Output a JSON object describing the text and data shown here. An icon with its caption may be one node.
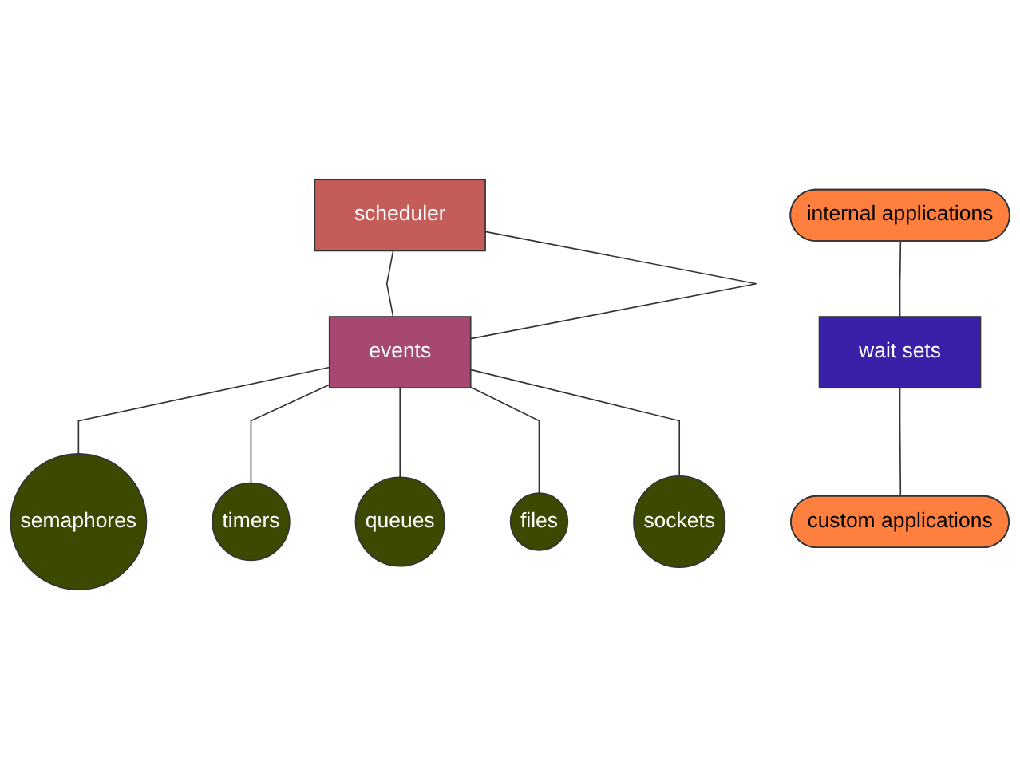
{
  "diagram": {
    "nodes": [
      {
        "text": [
          "scheduler"
        ]
      },
      {
        "text": [
          "internal applications"
        ]
      },
      {
        "text": [
          "wait sets"
        ]
      },
      {
        "text": [
          "custom applications"
        ]
      },
      {
        "text": [
          "events"
        ]
      },
      {
        "text": [
          "semaphores"
        ]
      },
      {
        "text": [
          "timers"
        ]
      },
      {
        "text": [
          "queues"
        ]
      },
      {
        "text": [
          "files"
        ]
      },
      {
        "text": [
          "sockets"
        ]
      }
    ],
    "edges": [
      {
        "from": 0,
        "to": 4,
        "arrow": "none"
      },
      {
        "from": 0,
        "to": 4,
        "arrow": "none"
      },
      {
        "from": 1,
        "to": 2,
        "arrow": "none"
      },
      {
        "from": 2,
        "to": 3,
        "arrow": "none"
      },
      {
        "from": 4,
        "to": 5,
        "arrow": "none"
      },
      {
        "from": 4,
        "to": 6,
        "arrow": "none"
      },
      {
        "from": 4,
        "to": 7,
        "arrow": "none"
      },
      {
        "from": 4,
        "to": 8,
        "arrow": "none"
      },
      {
        "from": 4,
        "to": 9,
        "arrow": "none"
      }
    ]
  }
}
